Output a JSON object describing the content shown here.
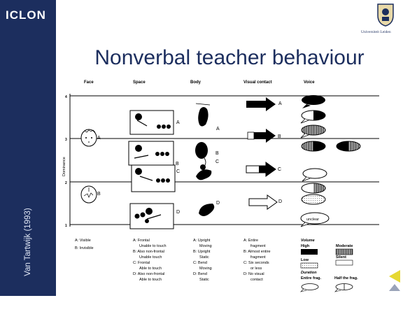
{
  "sidebar": {
    "brand": "ICLON",
    "author": "Van Tartwijk (1993)"
  },
  "logo": {
    "text": "Universiteit Leiden"
  },
  "slide": {
    "title": "Nonverbal teacher behaviour"
  },
  "columns": [
    "Face",
    "Space",
    "Body",
    "Visual contact",
    "Voice"
  ],
  "axis": {
    "label": "Dominance",
    "ticks": [
      "4",
      "3",
      "2",
      "1"
    ]
  },
  "markers": {
    "A": "A",
    "B": "B",
    "C": "C",
    "D": "D",
    "unclear": "unclear"
  },
  "legend": {
    "face": [
      "A: Visible",
      "B: Invisible"
    ],
    "space": [
      "A: Frontal",
      "Unable to touch",
      "B: Also non-frontal",
      "Unable touch",
      "C: Frontal",
      "Able to touch",
      "D: Also non-frontal",
      "Able to touch"
    ],
    "body": [
      "A: Upright",
      "Moving",
      "B: Upright",
      "Static",
      "C: Bend",
      "Moving",
      "D: Bend",
      "Static"
    ],
    "visual": [
      "A: Entire",
      "fragment",
      "B: Almost entire",
      "fragment",
      "C: Six seconds",
      "or less",
      "D: No visual",
      "contact"
    ],
    "voice": {
      "volume": "Volume",
      "high": "High",
      "moderate": "Moderate",
      "low": "Low",
      "silent": "Silent",
      "duration": "Duration",
      "entire": "Entire frag.",
      "half": "Half the frag."
    }
  },
  "nav": {
    "prev_icon": "arrow-left-icon",
    "home_icon": "home-icon"
  },
  "colors": {
    "sidebar": "#1c2e5e",
    "title": "#1c2e5e",
    "accent": "#e6d832"
  }
}
